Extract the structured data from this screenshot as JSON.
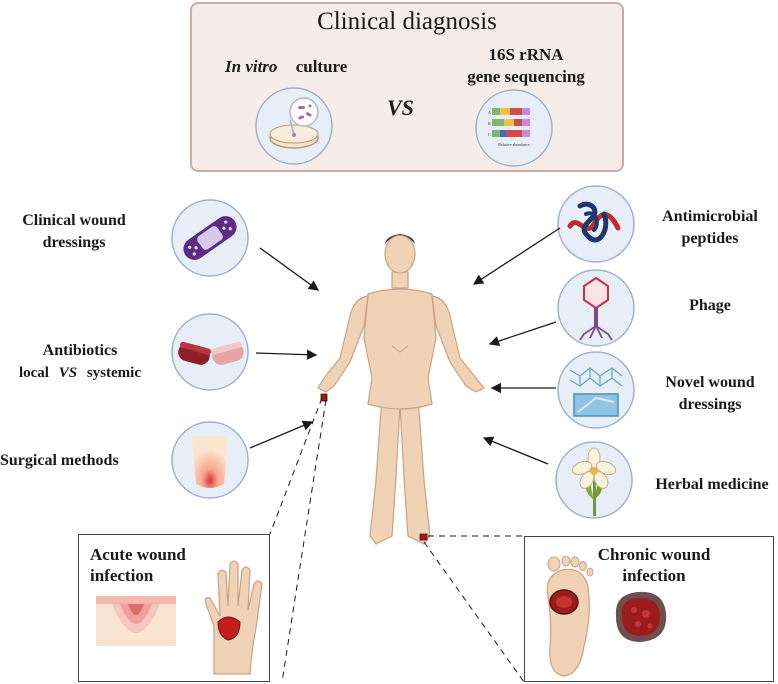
{
  "diagnosis": {
    "title": "Clinical diagnosis",
    "culture_italic": "In vitro",
    "culture_word": "culture",
    "vs": "VS",
    "sequencing_line1": "16S rRNA",
    "sequencing_line2": "gene sequencing",
    "chart_axis": "Relative abundance",
    "chart_rows": [
      "A",
      "B",
      "C"
    ]
  },
  "left_treatments": {
    "clinical_dressings": "Clinical wound dressings",
    "antibiotics": "Antibiotics",
    "antibiotics_local": "local",
    "antibiotics_vs": "VS",
    "antibiotics_systemic": "systemic",
    "surgical": "Surgical methods"
  },
  "right_treatments": {
    "amp_line1": "Antimicrobial",
    "amp_line2": "peptides",
    "phage": "Phage",
    "novel_line1": "Novel wound",
    "novel_line2": "dressings",
    "herbal": "Herbal medicine"
  },
  "insets": {
    "acute_line1": "Acute wound",
    "acute_line2": "infection",
    "chronic_line1": "Chronic wound",
    "chronic_line2": "infection"
  },
  "colors": {
    "diag_bg": "#f6ece8",
    "diag_border": "#c9aca3",
    "circle_fill": "#e8eef8",
    "circle_stroke": "#9fb0cc",
    "skin": "#f0d2b4",
    "wound": "#9b1c1c"
  }
}
